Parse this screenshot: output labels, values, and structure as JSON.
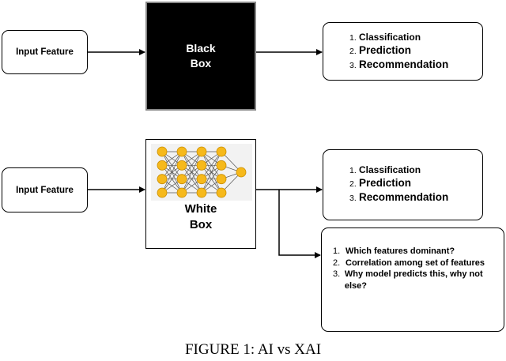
{
  "row1": {
    "input_label": "Input Feature",
    "box_label_line1": "Black",
    "box_label_line2": "Box",
    "outputs": [
      {
        "num": "1.",
        "text": "Classification"
      },
      {
        "num": "2.",
        "text": "Prediction"
      },
      {
        "num": "3.",
        "text": "Recommendation"
      }
    ]
  },
  "row2": {
    "input_label": "Input Feature",
    "box_label_line1": "White",
    "box_label_line2": "Box",
    "outputs": [
      {
        "num": "1.",
        "text": "Classification"
      },
      {
        "num": "2.",
        "text": "Prediction"
      },
      {
        "num": "3.",
        "text": "Recommendation"
      }
    ],
    "questions": [
      {
        "num": "1.",
        "text": "Which features dominant?"
      },
      {
        "num": "2.",
        "text": "Correlation among set of features"
      },
      {
        "num": "3.",
        "text": "Why model predicts this, why not else?"
      }
    ]
  },
  "caption": "FIGURE 1: AI vs XAI",
  "colors": {
    "node_fill": "#f6b91b",
    "black_box": "#000000"
  },
  "network_layers": [
    4,
    4,
    4,
    4,
    1
  ]
}
